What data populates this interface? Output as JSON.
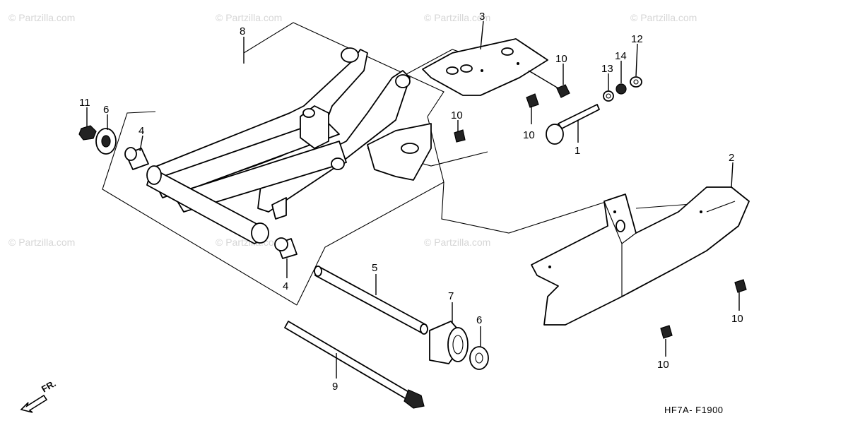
{
  "watermark": "© Partzilla.com",
  "diagram_code": "HF7A- F1900",
  "direction_label": "FR.",
  "callouts": [
    {
      "id": "c8",
      "text": "8"
    },
    {
      "id": "c3",
      "text": "3"
    },
    {
      "id": "c10a",
      "text": "10"
    },
    {
      "id": "c12",
      "text": "12"
    },
    {
      "id": "c14",
      "text": "14"
    },
    {
      "id": "c13",
      "text": "13"
    },
    {
      "id": "c11",
      "text": "11"
    },
    {
      "id": "c6a",
      "text": "6"
    },
    {
      "id": "c4a",
      "text": "4"
    },
    {
      "id": "c10b",
      "text": "10"
    },
    {
      "id": "c10c",
      "text": "10"
    },
    {
      "id": "c1",
      "text": "1"
    },
    {
      "id": "c2",
      "text": "2"
    },
    {
      "id": "c4b",
      "text": "4"
    },
    {
      "id": "c5",
      "text": "5"
    },
    {
      "id": "c7",
      "text": "7"
    },
    {
      "id": "c6b",
      "text": "6"
    },
    {
      "id": "c10d",
      "text": "10"
    },
    {
      "id": "c10e",
      "text": "10"
    },
    {
      "id": "c9",
      "text": "9"
    }
  ]
}
